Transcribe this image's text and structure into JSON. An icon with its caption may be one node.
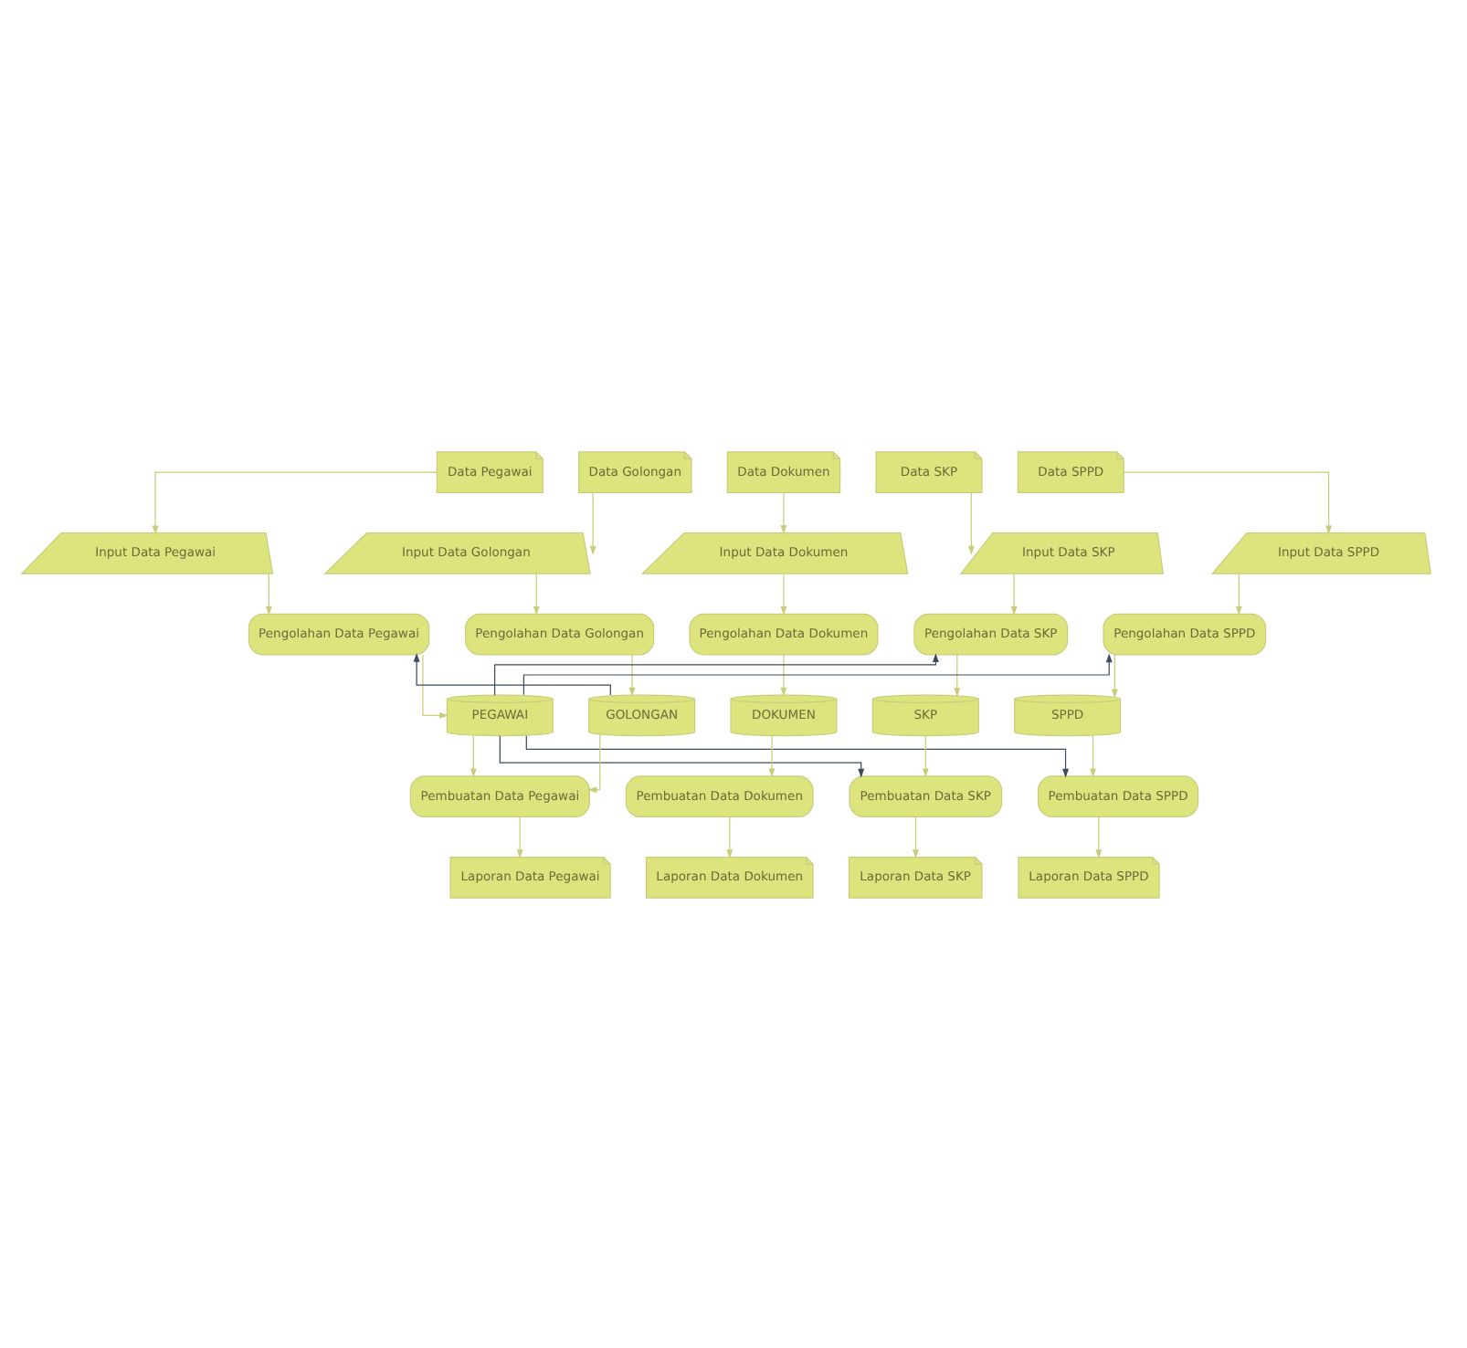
{
  "diagram": {
    "nodes": [
      {
        "text": [
          "Data Pegawai"
        ]
      },
      {
        "text": [
          "Data Golongan"
        ]
      },
      {
        "text": [
          "Data Dokumen"
        ]
      },
      {
        "text": [
          "Data SKP"
        ]
      },
      {
        "text": [
          "Data SPPD"
        ]
      },
      {
        "text": [
          "Input Data Pegawai"
        ]
      },
      {
        "text": [
          "Input Data Golongan"
        ]
      },
      {
        "text": [
          "Input Data Dokumen"
        ]
      },
      {
        "text": [
          "Input Data SKP"
        ]
      },
      {
        "text": [
          "Input Data SPPD"
        ]
      },
      {
        "text": [
          "Pengolahan Data Pegawai"
        ]
      },
      {
        "text": [
          "Pengolahan Data Golongan"
        ]
      },
      {
        "text": [
          "Pengolahan Data Dokumen"
        ]
      },
      {
        "text": [
          "Pengolahan Data SKP"
        ]
      },
      {
        "text": [
          "Pengolahan Data SPPD"
        ]
      },
      {
        "text": [
          "PEGAWAI"
        ]
      },
      {
        "text": [
          "GOLONGAN"
        ]
      },
      {
        "text": [
          "DOKUMEN"
        ]
      },
      {
        "text": [
          "SKP"
        ]
      },
      {
        "text": [
          "SPPD"
        ]
      },
      {
        "text": [
          "Pembuatan Data Pegawai"
        ]
      },
      {
        "text": [
          "Pembuatan Data Dokumen"
        ]
      },
      {
        "text": [
          "Pembuatan Data SKP"
        ]
      },
      {
        "text": [
          "Pembuatan Data SPPD"
        ]
      },
      {
        "text": [
          "Laporan Data Pegawai"
        ]
      },
      {
        "text": [
          "Laporan Data Dokumen"
        ]
      },
      {
        "text": [
          "Laporan Data SKP"
        ]
      },
      {
        "text": [
          "Laporan Data SPPD"
        ]
      }
    ],
    "edges": [
      {
        "from": 0,
        "to": 5,
        "arrow": "to"
      },
      {
        "from": 1,
        "to": 6,
        "arrow": "to"
      },
      {
        "from": 2,
        "to": 7,
        "arrow": "to"
      },
      {
        "from": 3,
        "to": 8,
        "arrow": "to"
      },
      {
        "from": 4,
        "to": 9,
        "arrow": "to"
      },
      {
        "from": 5,
        "to": 10,
        "arrow": "to"
      },
      {
        "from": 6,
        "to": 11,
        "arrow": "to"
      },
      {
        "from": 7,
        "to": 12,
        "arrow": "to"
      },
      {
        "from": 8,
        "to": 13,
        "arrow": "to"
      },
      {
        "from": 9,
        "to": 14,
        "arrow": "to"
      },
      {
        "from": 10,
        "to": 15,
        "arrow": "to"
      },
      {
        "from": 11,
        "to": 16,
        "arrow": "to"
      },
      {
        "from": 12,
        "to": 17,
        "arrow": "to"
      },
      {
        "from": 13,
        "to": 18,
        "arrow": "to"
      },
      {
        "from": 14,
        "to": 19,
        "arrow": "to"
      },
      {
        "from": 16,
        "to": 10,
        "arrow": "to",
        "color": "#3d4b5c"
      },
      {
        "from": 15,
        "to": 13,
        "arrow": "to",
        "color": "#3d4b5c"
      },
      {
        "from": 15,
        "to": 14,
        "arrow": "to",
        "color": "#3d4b5c"
      },
      {
        "from": 15,
        "to": 22,
        "arrow": "to",
        "color": "#3d4b5c"
      },
      {
        "from": 15,
        "to": 23,
        "arrow": "to",
        "color": "#3d4b5c"
      },
      {
        "from": 15,
        "to": 20,
        "arrow": "to"
      },
      {
        "from": 16,
        "to": 20,
        "arrow": "to"
      },
      {
        "from": 17,
        "to": 21,
        "arrow": "to"
      },
      {
        "from": 18,
        "to": 22,
        "arrow": "to"
      },
      {
        "from": 19,
        "to": 23,
        "arrow": "to"
      },
      {
        "from": 20,
        "to": 24,
        "arrow": "to"
      },
      {
        "from": 21,
        "to": 25,
        "arrow": "to"
      },
      {
        "from": 22,
        "to": 26,
        "arrow": "to"
      },
      {
        "from": 23,
        "to": 27,
        "arrow": "to"
      }
    ]
  }
}
